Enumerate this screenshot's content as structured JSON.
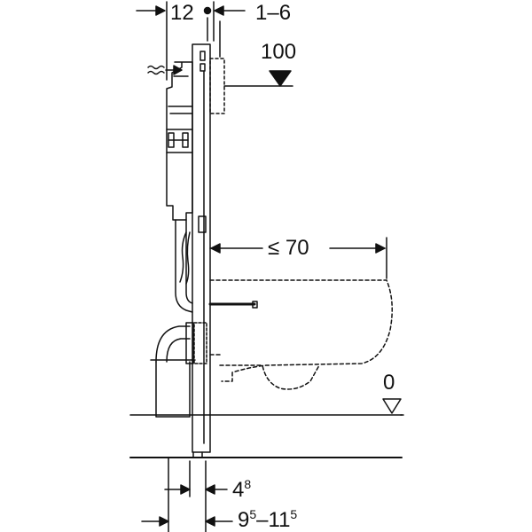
{
  "dimensions": {
    "top_left": "12",
    "top_right": "1–6",
    "height_100": "100",
    "max_projection": "≤ 70",
    "floor_zero": "0",
    "bottom_4_base": "4",
    "bottom_4_sup": "8",
    "bottom_range_a": "9",
    "bottom_range_a_sup": "5",
    "bottom_range_dash": "–11",
    "bottom_range_b_sup": "5"
  },
  "colors": {
    "line": "#111111",
    "background": "#ffffff"
  }
}
